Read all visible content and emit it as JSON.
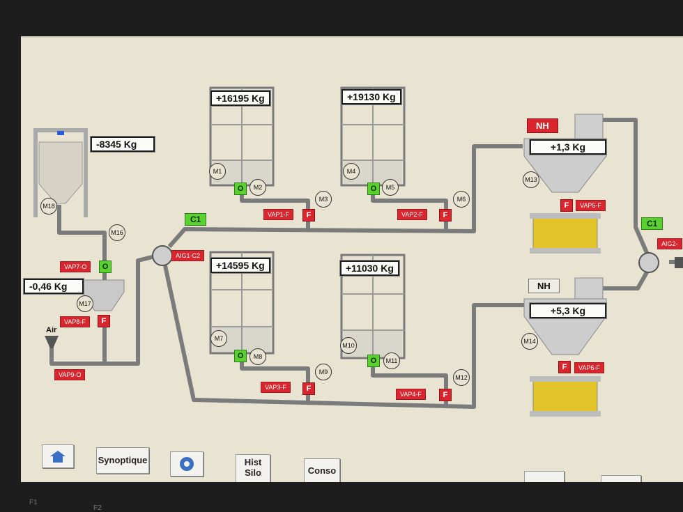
{
  "weights": {
    "silo_m18": "-8345 Kg",
    "silo_m1": "+16195 Kg",
    "silo_m4": "+19130 Kg",
    "silo_m7": "+14595 Kg",
    "silo_m10": "+11030 Kg",
    "hopper_m17": "-0,46 Kg",
    "mixer_m13": "+1,3 Kg",
    "mixer_m14": "+5,3 Kg"
  },
  "motors": [
    "M1",
    "M2",
    "M3",
    "M4",
    "M5",
    "M6",
    "M7",
    "M8",
    "M9",
    "M10",
    "M11",
    "M12",
    "M13",
    "M14",
    "M16",
    "M17",
    "M18"
  ],
  "valves": {
    "vap1": "VAP1-F",
    "vap2": "VAP2-F",
    "vap3": "VAP3-F",
    "vap4": "VAP4-F",
    "vap5": "VAP5-F",
    "vap6": "VAP6-F",
    "vap7": "VAP7-O",
    "vap8": "VAP8-F",
    "vap9": "VAP9-O",
    "aig1": "AIG1-C2",
    "aig2": "AIG2-"
  },
  "buttons": {
    "open": "O",
    "closed": "F"
  },
  "circuits": {
    "c1_top": "C1",
    "c1_right": "C1"
  },
  "nh": {
    "top": "NH",
    "bottom": "NH"
  },
  "air_label": "Air",
  "nav": {
    "synoptique": "Synoptique",
    "hist_silo": "Hist\nSilo",
    "conso": "Conso"
  },
  "function_keys": {
    "f1": "F1",
    "f2": "F2"
  },
  "colors": {
    "background": "#e9e3d2",
    "pipe": "#7b7b7b",
    "alarm_red": "#d9262e",
    "ok_green": "#59d12e",
    "product_yellow": "#e3c52a"
  },
  "icons": {
    "home": "home-icon",
    "settings": "gear-icon"
  }
}
